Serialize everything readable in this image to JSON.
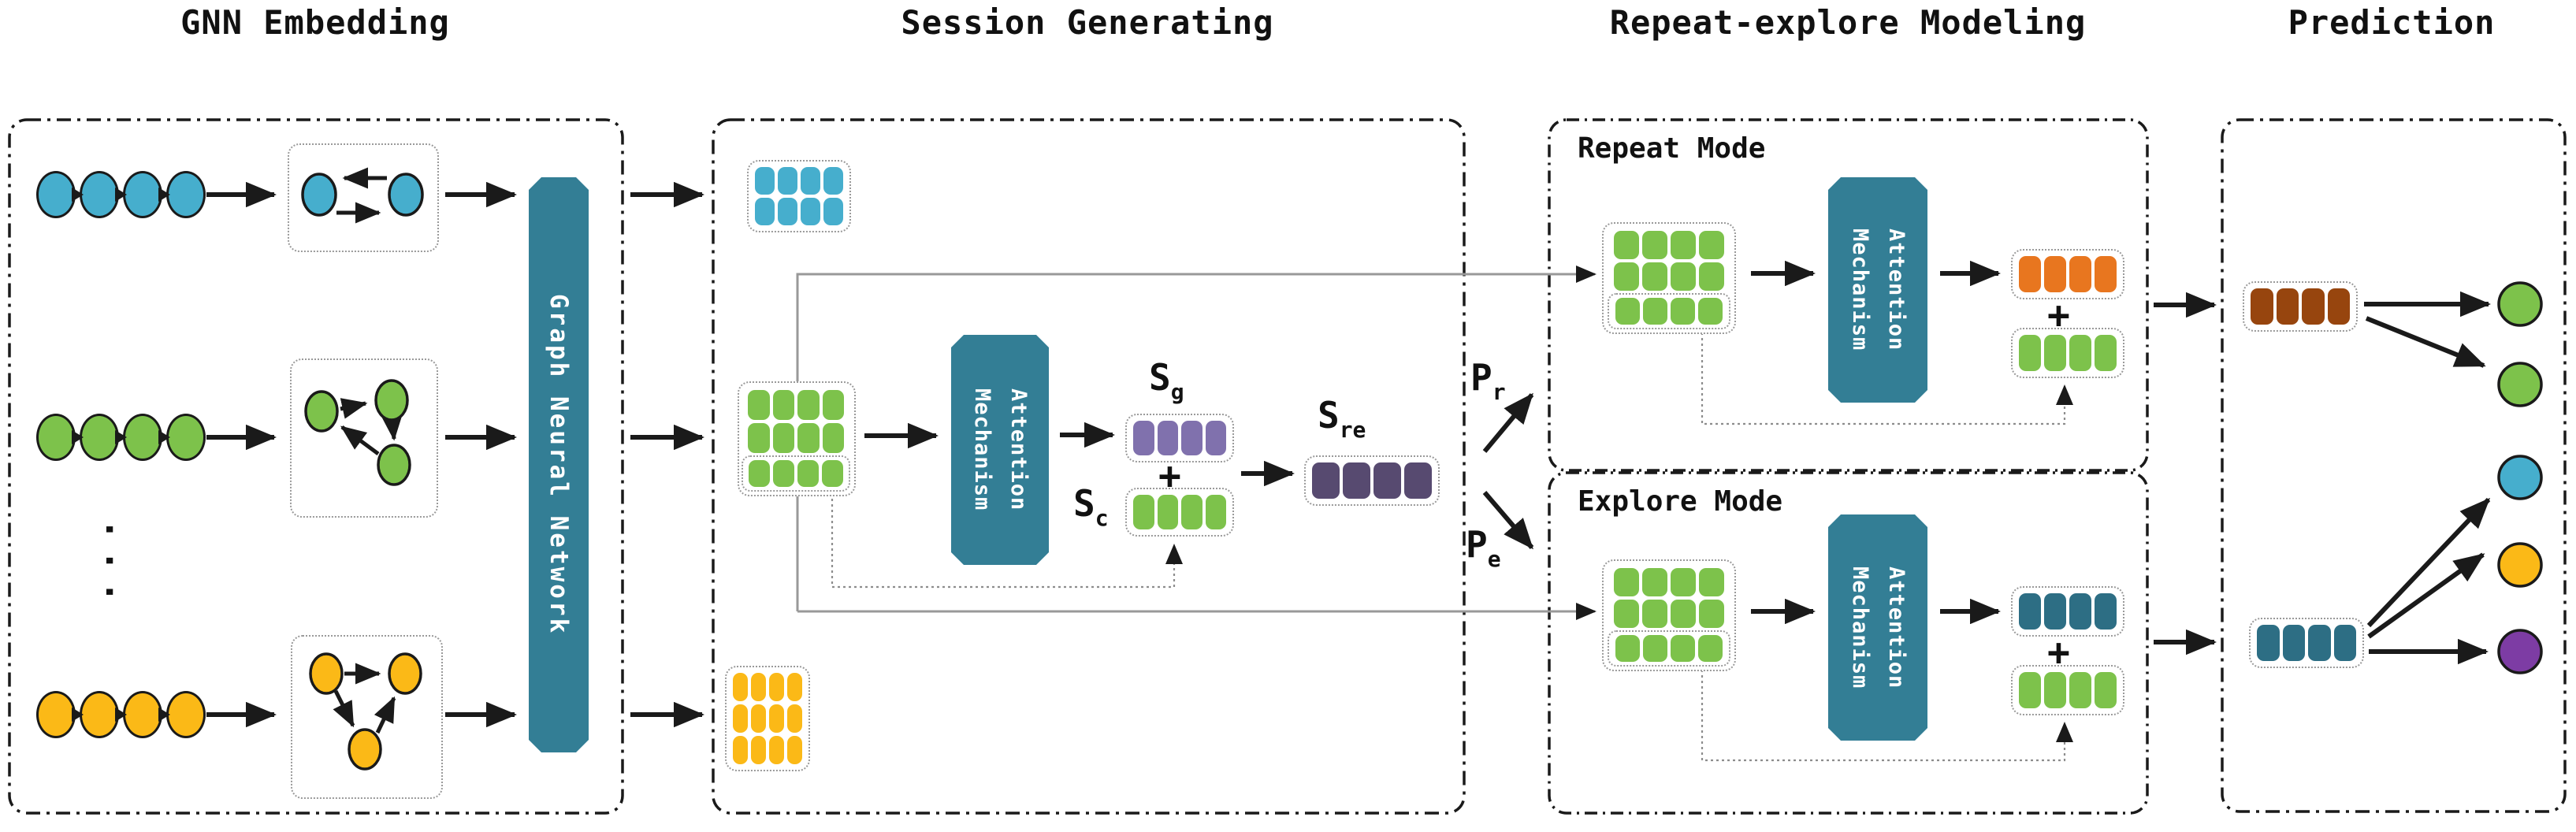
{
  "sections": [
    {
      "title": "GNN Embedding"
    },
    {
      "title": "Session Generating"
    },
    {
      "title": "Repeat-explore Modeling"
    },
    {
      "title": "Prediction"
    }
  ],
  "labels": {
    "gnn_bar": "Graph Neural Network",
    "attention": "Attention\nMechanism",
    "repeat_mode": "Repeat Mode",
    "explore_mode": "Explore Mode",
    "plus": "+",
    "ellipsis": "···",
    "sg": {
      "base": "S",
      "sub": "g"
    },
    "sc": {
      "base": "S",
      "sub": "c"
    },
    "sre": {
      "base": "S",
      "sub": "re"
    },
    "pr": {
      "base": "P",
      "sub": "r"
    },
    "pe": {
      "base": "P",
      "sub": "e"
    }
  },
  "colors": {
    "teal": "#337e95",
    "blue": "#46aecd",
    "green": "#7dc24b",
    "yellow": "#fbb917",
    "purple_light": "#8071ad",
    "purple_dark": "#574a70",
    "purple_deep": "#7d3ca4",
    "orange": "#e8761f",
    "brown": "#97450e",
    "teal_dark": "#2d6e84",
    "ink": "#1a1a1a",
    "wire": "#999999"
  },
  "chains": {
    "blue": {
      "count": 4,
      "color": "#46aecd"
    },
    "green": {
      "count": 4,
      "color": "#7dc24b"
    },
    "yellow": {
      "count": 4,
      "color": "#fbb917"
    }
  },
  "vectors": {
    "blue_grid": {
      "rows": 2,
      "cols": 4,
      "color": "#46aecd"
    },
    "yellow_grid": {
      "rows": 3,
      "cols": 4,
      "color": "#fbb917"
    },
    "session_grid_top": {
      "rows": 2,
      "cols": 4,
      "color": "#7dc24b"
    },
    "session_grid_last": {
      "rows": 1,
      "cols": 4,
      "color": "#7dc24b"
    },
    "sg_vec": {
      "rows": 1,
      "cols": 4,
      "color": "#8071ad"
    },
    "sc_vec": {
      "rows": 1,
      "cols": 4,
      "color": "#7dc24b"
    },
    "sre_vec": {
      "rows": 1,
      "cols": 4,
      "color": "#574a70"
    },
    "repeat_grid_top": {
      "rows": 2,
      "cols": 4,
      "color": "#7dc24b"
    },
    "repeat_grid_last": {
      "rows": 1,
      "cols": 4,
      "color": "#7dc24b"
    },
    "repeat_out_vec": {
      "rows": 1,
      "cols": 4,
      "color": "#e8761f"
    },
    "repeat_green_vec": {
      "rows": 1,
      "cols": 4,
      "color": "#7dc24b"
    },
    "explore_grid_top": {
      "rows": 2,
      "cols": 4,
      "color": "#7dc24b"
    },
    "explore_grid_last": {
      "rows": 1,
      "cols": 4,
      "color": "#7dc24b"
    },
    "explore_out_vec": {
      "rows": 1,
      "cols": 4,
      "color": "#2d6e84"
    },
    "explore_green_vec": {
      "rows": 1,
      "cols": 4,
      "color": "#7dc24b"
    },
    "pred_repeat_vec": {
      "rows": 1,
      "cols": 4,
      "color": "#97450e"
    },
    "pred_explore_vec": {
      "rows": 1,
      "cols": 4,
      "color": "#2d6e84"
    }
  }
}
